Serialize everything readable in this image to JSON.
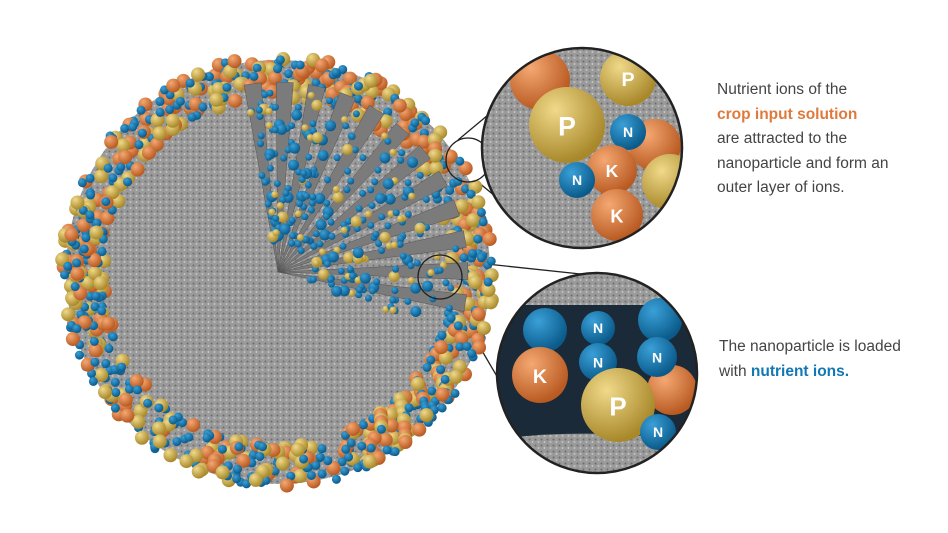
{
  "colors": {
    "orange": "#e07a3c",
    "blue": "#1278b4",
    "gold": "#d4b24a",
    "gray": "#8a8a8a"
  },
  "top_caption": {
    "line1": "Nutrient ions of the",
    "highlight": "crop input solution",
    "rest": "are attracted to the nanoparticle and form an outer layer of ions."
  },
  "bottom_caption": {
    "text": "The nanoparticle is loaded with",
    "highlight": "nutrient ions."
  },
  "top_zoom_ions": [
    {
      "label": "",
      "type": "orange"
    },
    {
      "label": "P",
      "type": "gold"
    },
    {
      "label": "",
      "type": "orange"
    },
    {
      "label": "P",
      "type": "gold"
    },
    {
      "label": "N",
      "type": "blue"
    },
    {
      "label": "",
      "type": "gold"
    },
    {
      "label": "K",
      "type": "orange"
    },
    {
      "label": "N",
      "type": "blue"
    },
    {
      "label": "K",
      "type": "orange"
    }
  ],
  "bottom_zoom_ions": [
    {
      "label": "",
      "type": "blue"
    },
    {
      "label": "",
      "type": "blue"
    },
    {
      "label": "",
      "type": "orange"
    },
    {
      "label": "N",
      "type": "blue"
    },
    {
      "label": "N",
      "type": "blue"
    },
    {
      "label": "N",
      "type": "blue"
    },
    {
      "label": "K",
      "type": "orange"
    },
    {
      "label": "P",
      "type": "gold"
    },
    {
      "label": "N",
      "type": "blue"
    }
  ]
}
